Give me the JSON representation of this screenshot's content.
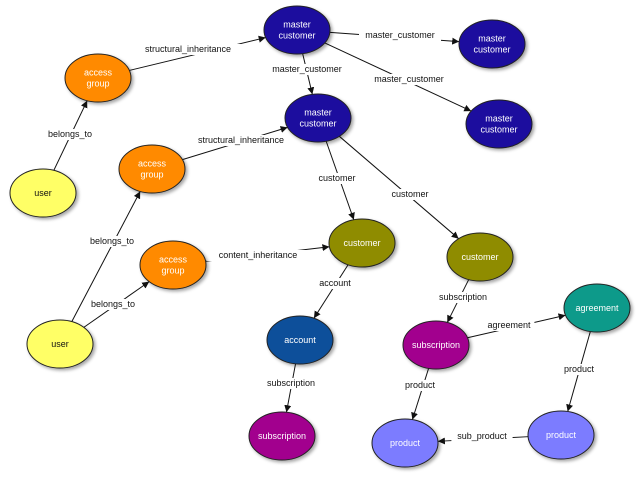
{
  "colors": {
    "master_customer": "#1a0a9e",
    "access_group": "#ff8a00",
    "user": "#ffff66",
    "customer": "#8f8c00",
    "account": "#0b4f9a",
    "subscription": "#a2008e",
    "agreement": "#0a9a8a",
    "product": "#7b7bff"
  },
  "nodes": [
    {
      "id": "mc1",
      "type": "master_customer",
      "lines": [
        "master",
        "customer"
      ]
    },
    {
      "id": "mc2",
      "type": "master_customer",
      "lines": [
        "master",
        "customer"
      ]
    },
    {
      "id": "mc3",
      "type": "master_customer",
      "lines": [
        "master",
        "customer"
      ]
    },
    {
      "id": "mc4",
      "type": "master_customer",
      "lines": [
        "master",
        "customer"
      ]
    },
    {
      "id": "ag1",
      "type": "access_group",
      "lines": [
        "access",
        "group"
      ]
    },
    {
      "id": "ag2",
      "type": "access_group",
      "lines": [
        "access",
        "group"
      ]
    },
    {
      "id": "ag3",
      "type": "access_group",
      "lines": [
        "access",
        "group"
      ]
    },
    {
      "id": "u1",
      "type": "user",
      "lines": [
        "user"
      ]
    },
    {
      "id": "u2",
      "type": "user",
      "lines": [
        "user"
      ]
    },
    {
      "id": "c1",
      "type": "customer",
      "lines": [
        "customer"
      ]
    },
    {
      "id": "c2",
      "type": "customer",
      "lines": [
        "customer"
      ]
    },
    {
      "id": "acc",
      "type": "account",
      "lines": [
        "account"
      ]
    },
    {
      "id": "s1",
      "type": "subscription",
      "lines": [
        "subscription"
      ]
    },
    {
      "id": "s2",
      "type": "subscription",
      "lines": [
        "subscription"
      ]
    },
    {
      "id": "agr",
      "type": "agreement",
      "lines": [
        "agreement"
      ]
    },
    {
      "id": "p1",
      "type": "product",
      "lines": [
        "product"
      ]
    },
    {
      "id": "p2",
      "type": "product",
      "lines": [
        "product"
      ]
    }
  ],
  "edges": [
    {
      "from": "u1",
      "to": "ag1",
      "label": "belongs_to"
    },
    {
      "from": "ag1",
      "to": "mc1",
      "label": "structural_inheritance"
    },
    {
      "from": "mc1",
      "to": "mc2",
      "label": "master_customer"
    },
    {
      "from": "mc1",
      "to": "mc3",
      "label": "master_customer"
    },
    {
      "from": "mc1",
      "to": "mc4",
      "label": "master_customer"
    },
    {
      "from": "u2",
      "to": "ag2",
      "label": "belongs_to"
    },
    {
      "from": "ag2",
      "to": "mc2",
      "label": "structural_inheritance"
    },
    {
      "from": "u2",
      "to": "ag3",
      "label": "belongs_to"
    },
    {
      "from": "ag3",
      "to": "c1",
      "label": "content_inheritance"
    },
    {
      "from": "mc2",
      "to": "c1",
      "label": "customer"
    },
    {
      "from": "mc2",
      "to": "c2",
      "label": "customer"
    },
    {
      "from": "c1",
      "to": "acc",
      "label": "account"
    },
    {
      "from": "acc",
      "to": "s1",
      "label": "subscription"
    },
    {
      "from": "c2",
      "to": "s2",
      "label": "subscription"
    },
    {
      "from": "s2",
      "to": "agr",
      "label": "agreement"
    },
    {
      "from": "s2",
      "to": "p1",
      "label": "product"
    },
    {
      "from": "agr",
      "to": "p2",
      "label": "product"
    },
    {
      "from": "p2",
      "to": "p1",
      "label": "sub_product"
    }
  ]
}
